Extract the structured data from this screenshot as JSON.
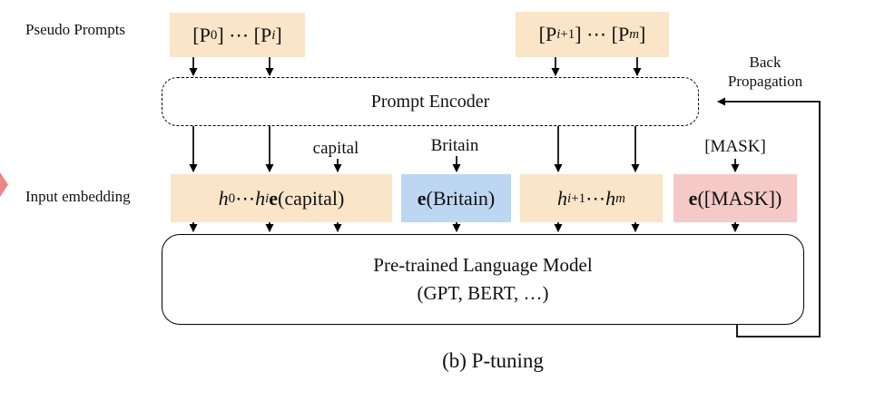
{
  "figure": {
    "caption": "(b) P-tuning",
    "side_labels": {
      "pseudo_prompts": "Pseudo Prompts",
      "input_embedding": "Input embedding"
    },
    "encoder": {
      "label": "Prompt Encoder"
    },
    "plm": {
      "line1": "Pre-trained Language Model",
      "line2": "(GPT, BERT, …)"
    },
    "back_propagation_label": "Back\nPropagation",
    "word_labels": {
      "capital": "capital",
      "britain": "Britain",
      "mask": "[MASK]"
    },
    "tokens": {
      "pseudo_left": "[P<sub>0</sub>] ⋯ [P<sub><i>i</i></sub>]",
      "pseudo_right": "[P<sub><i>i</i>+1</sub>] ⋯ [P<sub><i>m</i></sub>]",
      "emb_left": "<i>h</i><sub>0</sub> ⋯ <i>h</i><sub><i>i</i></sub> <b>e</b>(capital)",
      "emb_britain": "<b>e</b>(Britain)",
      "emb_right": "<i>h</i><sub><i>i</i>+1</sub> ⋯ <i>h</i><sub><i>m</i></sub>",
      "emb_mask": "<b>e</b>([MASK])"
    },
    "colors": {
      "prompt_token_bg": "#FAE5C9",
      "context_token_bg": "#BDD7F2",
      "target_token_bg": "#F5C9C7",
      "side_arrow": "#EE8686",
      "line": "#000000"
    }
  }
}
